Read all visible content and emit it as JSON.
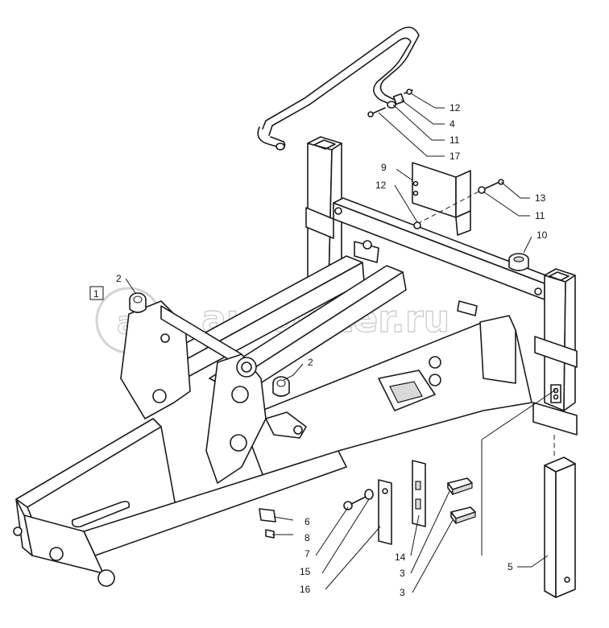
{
  "watermark": "autopiter.ru",
  "boxed_label": "1",
  "callouts": {
    "c12a": "12",
    "c4": "4",
    "c11a": "11",
    "c17": "17",
    "c9": "9",
    "c12b": "12",
    "c13": "13",
    "c11b": "11",
    "c10": "10",
    "c2a": "2",
    "c2b": "2",
    "c6": "6",
    "c8": "8",
    "c7": "7",
    "c15": "15",
    "c16": "16",
    "c14": "14",
    "c3a": "3",
    "c3b": "3",
    "c5": "5"
  }
}
